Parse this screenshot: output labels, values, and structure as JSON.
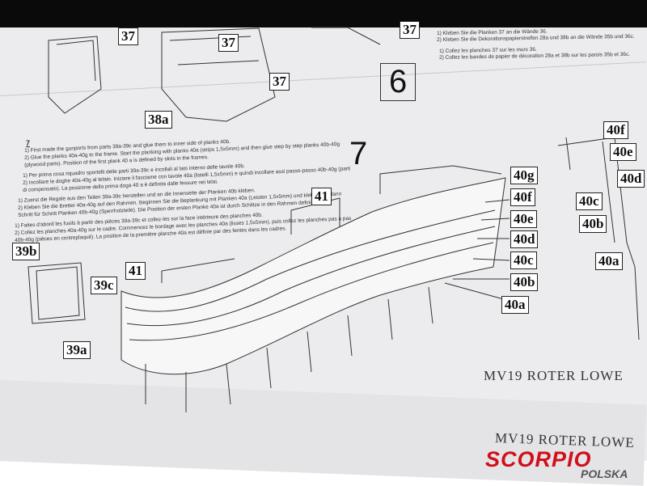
{
  "step6": {
    "number": "6",
    "labels": [
      "37",
      "37",
      "37",
      "37",
      "38a"
    ],
    "de": [
      "1) Kleben Sie die Planken 37 an die Wände 36.",
      "2) Kleben Sie die Dekorationspapierstreifen 28a und 38b an die Wände 35b und 36c."
    ],
    "fr": [
      "1) Collez les planches 37 sur les murs 36.",
      "2) Collez les bandes de papier de décoration 28a et 38b sur les parois 35b et 36c."
    ]
  },
  "step7": {
    "number": "7",
    "heading": "7",
    "en": [
      "1) First made the gunports from parts 39a-39c and glue them to inner side of planks 40b.",
      "2) Glue the planks 40a-40g to the frame. Start the planking with planks 40a (strips 1,5x5mm) and then glue step by step planks 40b-40g",
      "(plywood parts). Position of the first plank 40 a is defined by slots in the frames."
    ],
    "it": [
      "1) Per prima cosa riquadro sportelli delle parti 39a-39c e incollali al lato interno delle tavole 40b.",
      "2) Incollare le doghe 40a-40g al telaio. Iniziare il fasciame con tavole 40a (listelli 1,5x5mm) e quindi incollare assi passo-passo 40b-40g (parti",
      "di compensato). La posizione della prima doga 40 a è definita dalle fessure nei telai."
    ],
    "de": [
      "1) Zuerst die Regale aus den Teilen 39a-39c herstellen und an die Innenseite der Planken 40b kleben.",
      "2) Kleben Sie die Bretter 40a-40g auf den Rahmen. Beginnen Sie die Beplankung mit Planken 40a (Leisten 1,5x5mm) und kleben Sie dann",
      "Schritt für Schritt Planken 40b-40g (Sperrholzteile). Die Position der ersten Planke 40a ist durch Schlitze in den Rahmen definiert."
    ],
    "fr": [
      "1) Faites d'abord les fusils à partir des pièces 39a-39c et collez-les sur la face intérieure des planches 40b.",
      "2) Collez les planches 40a-40g sur le cadre. Commencez le bordage avec les planches 40a (lisses 1,5x5mm), puis collez les planches pas à pas",
      "40b-40g (pièces en contreplaqué). La position de la première planche 40a est définie par des fentes dans les cadres."
    ],
    "part_labels": {
      "p39b": "39b",
      "p39c": "39c",
      "p39a": "39a",
      "p41a": "41",
      "p41b": "41",
      "p40g": "40g",
      "p40f": "40f",
      "p40e": "40e",
      "p40d": "40d",
      "p40c": "40c",
      "p40b": "40b",
      "p40a": "40a"
    },
    "detail_labels": {
      "d40f": "40f",
      "d40e": "40e",
      "d40d": "40d",
      "d40c": "40c",
      "d40b": "40b",
      "d40a": "40a"
    }
  },
  "footer": {
    "title1": "MV19 ROTER LOWE",
    "title2": "MV19 ROTER LOWE"
  },
  "watermark": {
    "brand": "SCORPIO",
    "sub": "POLSKA"
  }
}
